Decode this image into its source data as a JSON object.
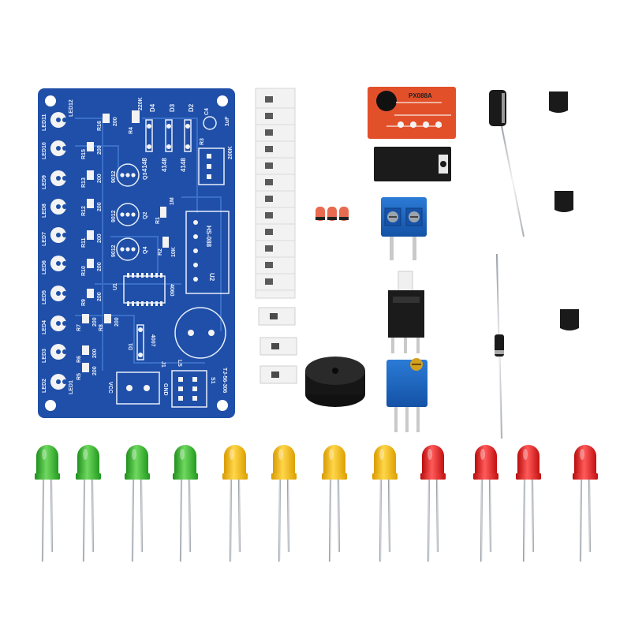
{
  "photo": {
    "board": {
      "led_labels": [
        "LED11",
        "LED10",
        "LED9",
        "LED8",
        "LED7",
        "LED6",
        "LED5",
        "LED4",
        "LED3",
        "LED2"
      ],
      "diode_labels": [
        "D4",
        "D3",
        "D2"
      ],
      "diode_values": [
        "4148",
        "4148",
        "4148"
      ],
      "transistor_labels": [
        "Q3",
        "Q2",
        "Q4"
      ],
      "transistor_values": [
        "9012",
        "9012",
        "9012"
      ],
      "resistor_labels": [
        "R16",
        "R15",
        "R13",
        "R12",
        "R11",
        "R10",
        "R9",
        "R8",
        "R7",
        "R6",
        "R5"
      ],
      "resistor_value": "200",
      "misc_labels": {
        "r4": "R4",
        "r4_value": "220K",
        "c4": "C4",
        "c4_value": "1uF",
        "r3": "R3",
        "r3_value": "200K",
        "r1": "R1",
        "r1_value": "1M",
        "r2": "R2",
        "r2_value": "10K",
        "hs": "HS-088",
        "u2": "U2",
        "u1": "U1",
        "ic": "4060",
        "d1": "D1",
        "d1_value": "4007",
        "vcc": "VCC",
        "gnd": "GND",
        "j1": "J1",
        "ls": "LS",
        "s1": "S1",
        "model": "TJ-56-306",
        "led1": "LED1",
        "led12": "LED12"
      }
    },
    "module_label": "PX088A",
    "led_colors": {
      "green": "#2fae2a",
      "yellow": "#f0b400",
      "red": "#e01818"
    },
    "board_color": "#1f4fa8",
    "led_count": 12
  }
}
